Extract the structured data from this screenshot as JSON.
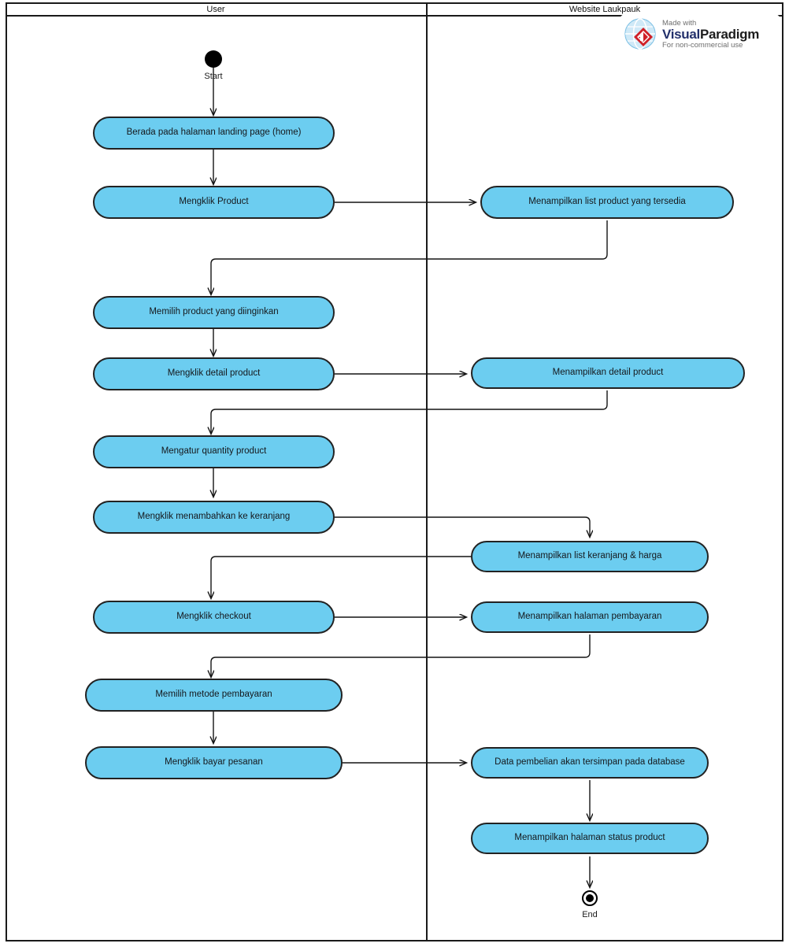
{
  "diagram": {
    "type": "uml-activity-diagram",
    "lanes": [
      {
        "id": "user",
        "label": "User"
      },
      {
        "id": "website",
        "label": "Website Laukpauk"
      }
    ],
    "start": {
      "label": "Start"
    },
    "end": {
      "label": "End"
    },
    "colors": {
      "node_fill": "#6CCDF0",
      "node_stroke": "#222222",
      "frame_stroke": "#1a1a1a",
      "connector": "#141414"
    },
    "nodes": [
      {
        "id": "n1",
        "lane": "user",
        "label": "Berada pada halaman landing page (home)"
      },
      {
        "id": "n2",
        "lane": "user",
        "label": "Mengklik Product"
      },
      {
        "id": "n3",
        "lane": "website",
        "label": "Menampilkan list product yang tersedia"
      },
      {
        "id": "n4",
        "lane": "user",
        "label": "Memilih product yang diinginkan"
      },
      {
        "id": "n5",
        "lane": "user",
        "label": "Mengklik detail product"
      },
      {
        "id": "n6",
        "lane": "website",
        "label": "Menampilkan detail product"
      },
      {
        "id": "n7",
        "lane": "user",
        "label": "Mengatur quantity product"
      },
      {
        "id": "n8",
        "lane": "user",
        "label": "Mengklik menambahkan ke keranjang"
      },
      {
        "id": "n9",
        "lane": "website",
        "label": "Menampilkan list keranjang & harga"
      },
      {
        "id": "n10",
        "lane": "user",
        "label": "Mengklik checkout"
      },
      {
        "id": "n11",
        "lane": "website",
        "label": "Menampilkan halaman pembayaran"
      },
      {
        "id": "n12",
        "lane": "user",
        "label": "Memilih metode pembayaran"
      },
      {
        "id": "n13",
        "lane": "user",
        "label": "Mengklik bayar pesanan"
      },
      {
        "id": "n14",
        "lane": "website",
        "label": "Data pembelian akan tersimpan pada database"
      },
      {
        "id": "n15",
        "lane": "website",
        "label": "Menampilkan halaman status product"
      }
    ]
  },
  "watermark": {
    "made_with": "Made with",
    "brand_first": "Visual",
    "brand_second": "Paradigm",
    "notice": "For non-commercial use",
    "globe_icon": "globe-icon",
    "diamond_icon": "diamond-icon"
  }
}
